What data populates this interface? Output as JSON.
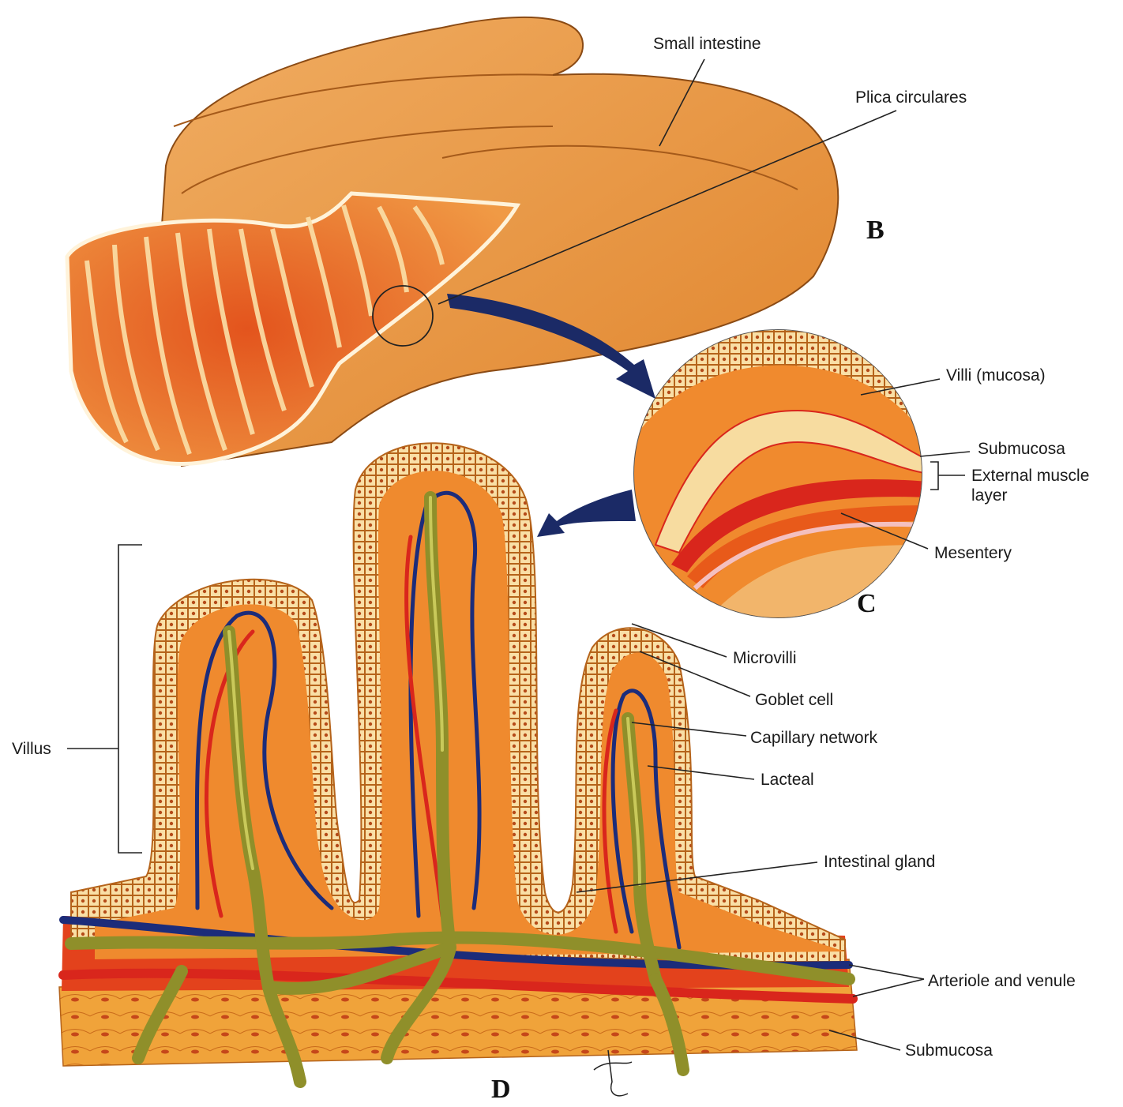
{
  "panels": {
    "b": "B",
    "c": "C",
    "d": "D"
  },
  "labels": {
    "small_intestine": "Small intestine",
    "plica_circulares": "Plica circulares",
    "villi_mucosa": "Villi (mucosa)",
    "submucosa_c": "Submucosa",
    "external_muscle_1": "External muscle",
    "external_muscle_2": "layer",
    "mesentery": "Mesentery",
    "microvilli": "Microvilli",
    "goblet_cell": "Goblet cell",
    "capillary_network": "Capillary network",
    "lacteal": "Lacteal",
    "intestinal_gland": "Intestinal gland",
    "arteriole_venule": "Arteriole and venule",
    "submucosa_d": "Submucosa",
    "villus": "Villus"
  },
  "colors": {
    "tissue_orange": "#e88a2e",
    "tissue_light": "#f2b56b",
    "artery_red": "#d9261c",
    "vein_blue": "#1c2c7a",
    "lacteal_olive": "#8f8f2a",
    "arrow_navy": "#1b2a66",
    "cell_cream": "#f9dfa6"
  }
}
